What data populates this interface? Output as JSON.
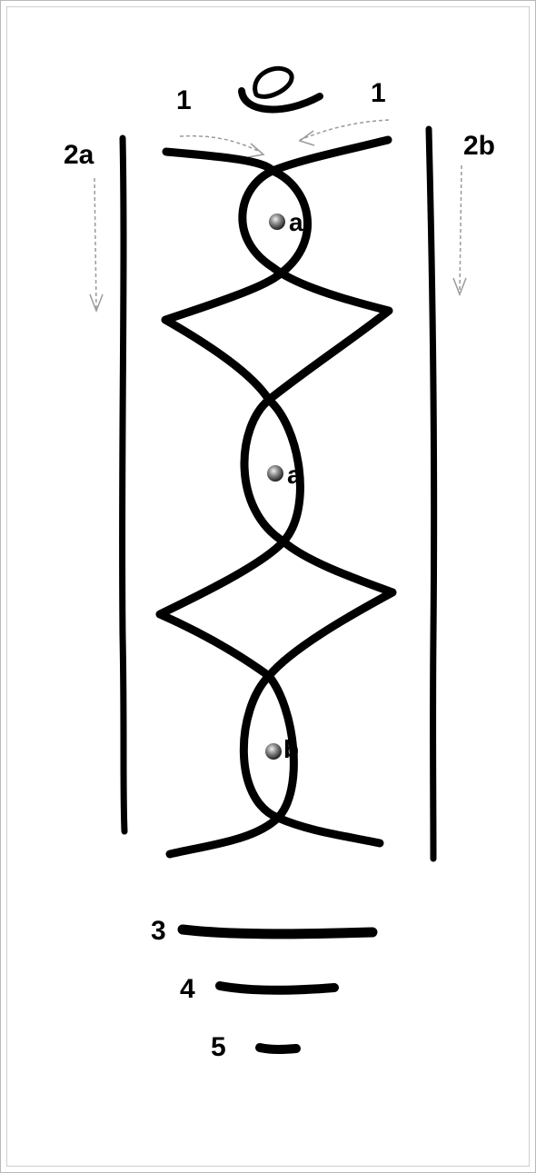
{
  "colors": {
    "ink": "#000000",
    "arrow": "#9a9a9a",
    "frame": "#b8b8b8",
    "dot_light": "#f0f0f0",
    "dot_dark": "#333333"
  },
  "labels": {
    "top_left": "1",
    "top_right": "1",
    "left_strand": "2a",
    "right_strand": "2b",
    "dot_1": "a",
    "dot_2": "a",
    "dot_3": "b",
    "bar_3": "3",
    "bar_4": "4",
    "bar_5": "5"
  },
  "icons": {
    "top_symbol": "egg-nest-symbol",
    "dot": "gray-bead-icon",
    "arrow": "dashed-arrow-icon"
  }
}
